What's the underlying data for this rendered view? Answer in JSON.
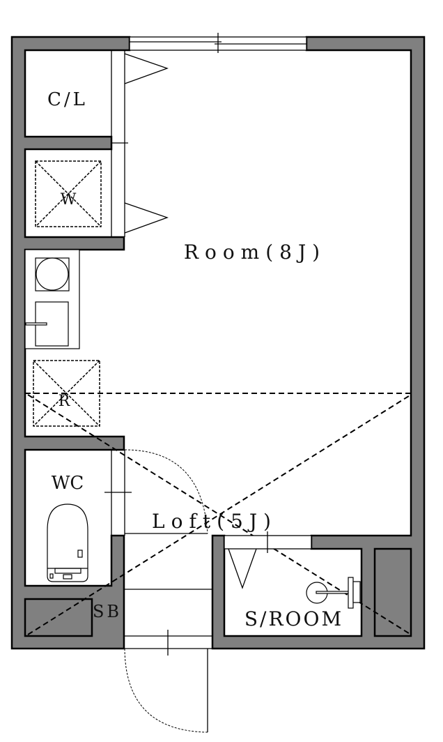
{
  "floorplan": {
    "rooms": {
      "closet": "C/L",
      "washer": "W",
      "refrigerator": "R",
      "main_room": "Room(8J)",
      "loft": "Loft(5J)",
      "toilet": "WC",
      "shoe_box": "SB",
      "storage_room": "S/ROOM"
    },
    "colors": {
      "wall_fill": "#808080",
      "line": "#000000",
      "background": "#ffffff"
    }
  }
}
